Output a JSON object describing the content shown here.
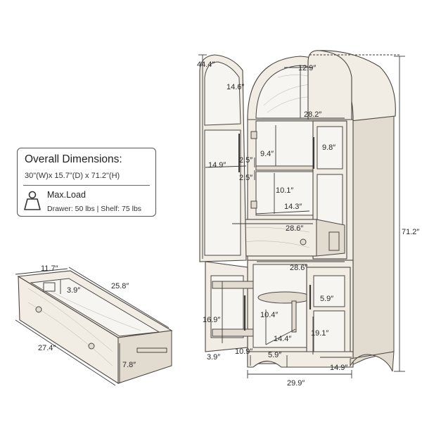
{
  "info_card": {
    "title": "Overall Dimensions:",
    "dimensions": "30\"(W)x 15.7\"(D) x 71.2\"(H)",
    "max_load_label": "Max.Load",
    "load_values": "Drawer: 50 lbs  | Shelf: 75 lbs"
  },
  "labels": {
    "arch_door_height": "44.4″",
    "arch_top_width": "12.9″",
    "arch_shelf_width": "14.6″",
    "upper_inner_width": "28.2″",
    "upper_shelf_gap": "9.4″",
    "door_glass_height": "9.8″",
    "door_width": "14.9″",
    "spacing_top": "2.5″",
    "spacing_bottom": "2.5″",
    "middle_height": "10.1″",
    "middle_depth": "14.3″",
    "drawer_width": "28.6″",
    "total_height": "71.2″",
    "lower_width": "28.6″",
    "drawer_inner_width": "11.7″",
    "drawer_depth": "25.8″",
    "drawer_inner_height": "3.9″",
    "drawer_outer_width": "27.4″",
    "drawer_height": "7.8″",
    "lower_door_panel": "5.9″",
    "lower_cab_height": "16.9″",
    "lower_shelf_height": "10.4″",
    "lower_shelf_depth": "14.4″",
    "lower_door_height": "19.1″",
    "base_width": "10.9″",
    "base_height": "5.9″",
    "side_depth": "3.9″",
    "lower_door_width": "14.9″",
    "overall_width": "29.9″"
  }
}
